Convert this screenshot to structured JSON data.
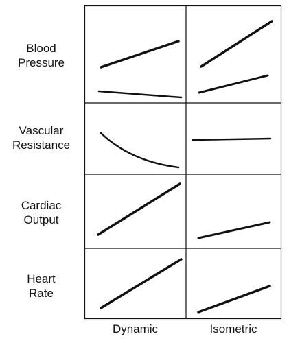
{
  "rows": [
    {
      "line1": "Blood",
      "line2": "Pressure"
    },
    {
      "line1": "Vascular",
      "line2": "Resistance"
    },
    {
      "line1": "Cardiac",
      "line2": "Output"
    },
    {
      "line1": "Heart",
      "line2": "Rate"
    }
  ],
  "columns": [
    "Dynamic",
    "Isometric"
  ],
  "trends": {
    "blood_pressure": {
      "dynamic": [
        "increase",
        "slight decrease"
      ],
      "isometric": [
        "steep increase",
        "moderate increase"
      ]
    },
    "vascular_resistance": {
      "dynamic": "decrease (curved)",
      "isometric": "no change"
    },
    "cardiac_output": {
      "dynamic": "steep increase",
      "isometric": "slight increase"
    },
    "heart_rate": {
      "dynamic": "steep increase",
      "isometric": "moderate increase"
    }
  },
  "colors": {
    "line": "#111111",
    "border": "#111111",
    "background": "#ffffff"
  }
}
